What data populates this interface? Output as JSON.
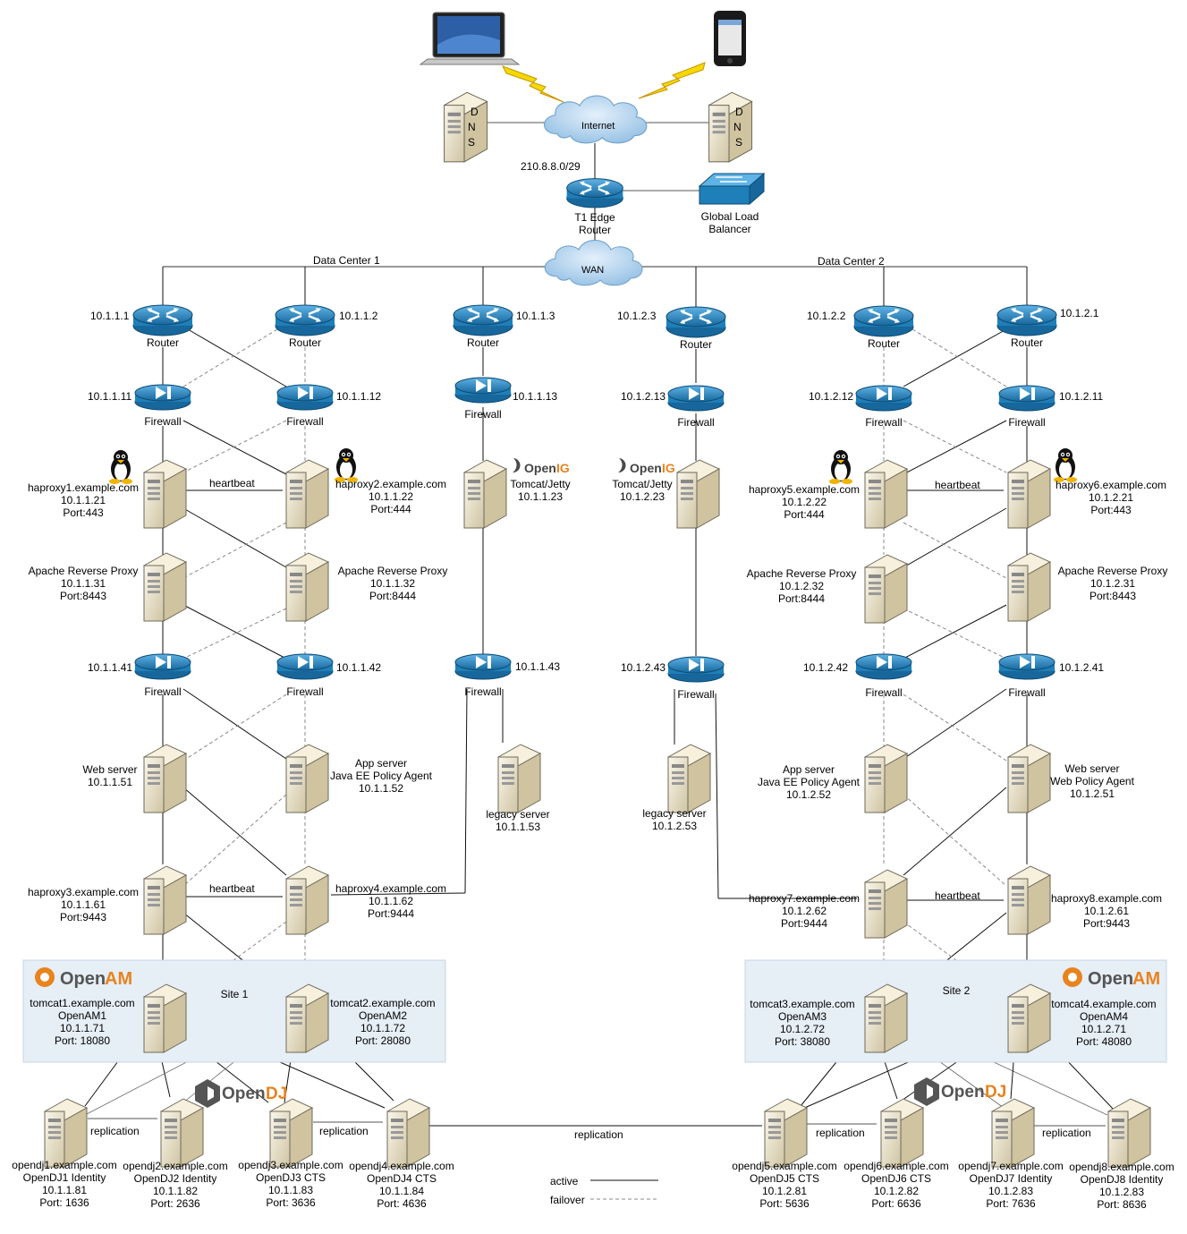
{
  "clients": {
    "laptop": "laptop",
    "phone": "phone"
  },
  "dns": {
    "letters": [
      "D",
      "N",
      "S"
    ]
  },
  "internet": "Internet",
  "edge_subnet": "210.8.8.0/29",
  "edge_router": {
    "line1": "T1 Edge",
    "line2": "Router"
  },
  "glb": {
    "line1": "Global Load",
    "line2": "Balancer"
  },
  "wan": "WAN",
  "dc1_label": "Data Center 1",
  "dc2_label": "Data Center 2",
  "router_label": "Router",
  "firewall_label": "Firewall",
  "heartbeat": "heartbeat",
  "replication": "replication",
  "routers": {
    "r1": "10.1.1.1",
    "r2": "10.1.1.2",
    "r3": "10.1.1.3",
    "r4": "10.1.2.3",
    "r5": "10.1.2.2",
    "r6": "10.1.2.1"
  },
  "firewalls_top": {
    "f1": "10.1.1.11",
    "f2": "10.1.1.12",
    "f3": "10.1.1.13",
    "f4": "10.1.2.13",
    "f5": "10.1.2.12",
    "f6": "10.1.2.11"
  },
  "firewalls_mid": {
    "f1": "10.1.1.41",
    "f2": "10.1.1.42",
    "f3": "10.1.1.43",
    "f4": "10.1.2.43",
    "f5": "10.1.2.42",
    "f6": "10.1.2.41"
  },
  "openig": {
    "brand_open": "Open",
    "brand_ig": "IG",
    "dc1": {
      "name": "Tomcat/Jetty",
      "ip": "10.1.1.23"
    },
    "dc2": {
      "name": "Tomcat/Jetty",
      "ip": "10.1.2.23"
    }
  },
  "legacy": {
    "dc1": {
      "name": "legacy server",
      "ip": "10.1.1.53"
    },
    "dc2": {
      "name": "legacy server",
      "ip": "10.1.2.53"
    }
  },
  "haproxy": {
    "h1": {
      "host": "haproxy1.example.com",
      "ip": "10.1.1.21",
      "port": "Port:443"
    },
    "h2": {
      "host": "haproxy2.example.com",
      "ip": "10.1.1.22",
      "port": "Port:444"
    },
    "h3": {
      "host": "haproxy3.example.com",
      "ip": "10.1.1.61",
      "port": "Port:9443"
    },
    "h4": {
      "host": "haproxy4.example.com",
      "ip": "10.1.1.62",
      "port": "Port:9444"
    },
    "h5": {
      "host": "haproxy5.example.com",
      "ip": "10.1.2.22",
      "port": "Port:444"
    },
    "h6": {
      "host": "haproxy6.example.com",
      "ip": "10.1.2.21",
      "port": "Port:443"
    },
    "h7": {
      "host": "haproxy7.example.com",
      "ip": "10.1.2.62",
      "port": "Port:9444"
    },
    "h8": {
      "host": "haproxy8.example.com",
      "ip": "10.1.2.61",
      "port": "Port:9443"
    }
  },
  "apache": {
    "a1": {
      "name": "Apache Reverse Proxy",
      "ip": "10.1.1.31",
      "port": "Port:8443"
    },
    "a2": {
      "name": "Apache Reverse Proxy",
      "ip": "10.1.1.32",
      "port": "Port:8444"
    },
    "a3": {
      "name": "Apache Reverse Proxy",
      "ip": "10.1.2.32",
      "port": "Port:8444"
    },
    "a4": {
      "name": "Apache Reverse Proxy",
      "ip": "10.1.2.31",
      "port": "Port:8443"
    }
  },
  "webapp": {
    "w1": {
      "line1": "Web server",
      "ip": "10.1.1.51"
    },
    "w2": {
      "line1": "App server",
      "line2": "Java EE Policy Agent",
      "ip": "10.1.1.52"
    },
    "w3": {
      "line1": "App server",
      "line2": "Java EE Policy Agent",
      "ip": "10.1.2.52"
    },
    "w4": {
      "line1": "Web server",
      "line2": "Web Policy Agent",
      "ip": "10.1.2.51"
    }
  },
  "openam": {
    "brand_open": "Open",
    "brand_am": "AM",
    "site1": "Site 1",
    "site2": "Site 2",
    "t1": {
      "host": "tomcat1.example.com",
      "name": "OpenAM1",
      "ip": "10.1.1.71",
      "port": "Port: 18080"
    },
    "t2": {
      "host": "tomcat2.example.com",
      "name": "OpenAM2",
      "ip": "10.1.1.72",
      "port": "Port: 28080"
    },
    "t3": {
      "host": "tomcat3.example.com",
      "name": "OpenAM3",
      "ip": "10.1.2.72",
      "port": "Port: 38080"
    },
    "t4": {
      "host": "tomcat4.example.com",
      "name": "OpenAM4",
      "ip": "10.1.2.71",
      "port": "Port: 48080"
    }
  },
  "opendj": {
    "brand_open": "Open",
    "brand_dj": "DJ",
    "d1": {
      "host": "opendj1.example.com",
      "name": "OpenDJ1 Identity",
      "ip": "10.1.1.81",
      "port": "Port: 1636"
    },
    "d2": {
      "host": "opendj2.example.com",
      "name": "OpenDJ2 Identity",
      "ip": "10.1.1.82",
      "port": "Port: 2636"
    },
    "d3": {
      "host": "opendj3.example.com",
      "name": "OpenDJ3 CTS",
      "ip": "10.1.1.83",
      "port": "Port: 3636"
    },
    "d4": {
      "host": "opendj4.example.com",
      "name": "OpenDJ4 CTS",
      "ip": "10.1.1.84",
      "port": "Port: 4636"
    },
    "d5": {
      "host": "opendj5.example.com",
      "name": "OpenDJ5 CTS",
      "ip": "10.1.2.81",
      "port": "Port: 5636"
    },
    "d6": {
      "host": "opendj6.example.com",
      "name": "OpenDJ6 CTS",
      "ip": "10.1.2.82",
      "port": "Port: 6636"
    },
    "d7": {
      "host": "opendj7.example.com",
      "name": "OpenDJ7 Identity",
      "ip": "10.1.2.83",
      "port": "Port: 7636"
    },
    "d8": {
      "host": "opendj8.example.com",
      "name": "OpenDJ8 Identity",
      "ip": "10.1.2.83",
      "port": "Port: 8636"
    }
  },
  "legend": {
    "active": "active",
    "failover": "failover"
  },
  "colors": {
    "device_blue": "#1f7fb8",
    "site_bg": "#e6eef6",
    "server_tan": "#ece4cc",
    "bolt": "#f5d800",
    "brand_orange": "#e8831e"
  }
}
